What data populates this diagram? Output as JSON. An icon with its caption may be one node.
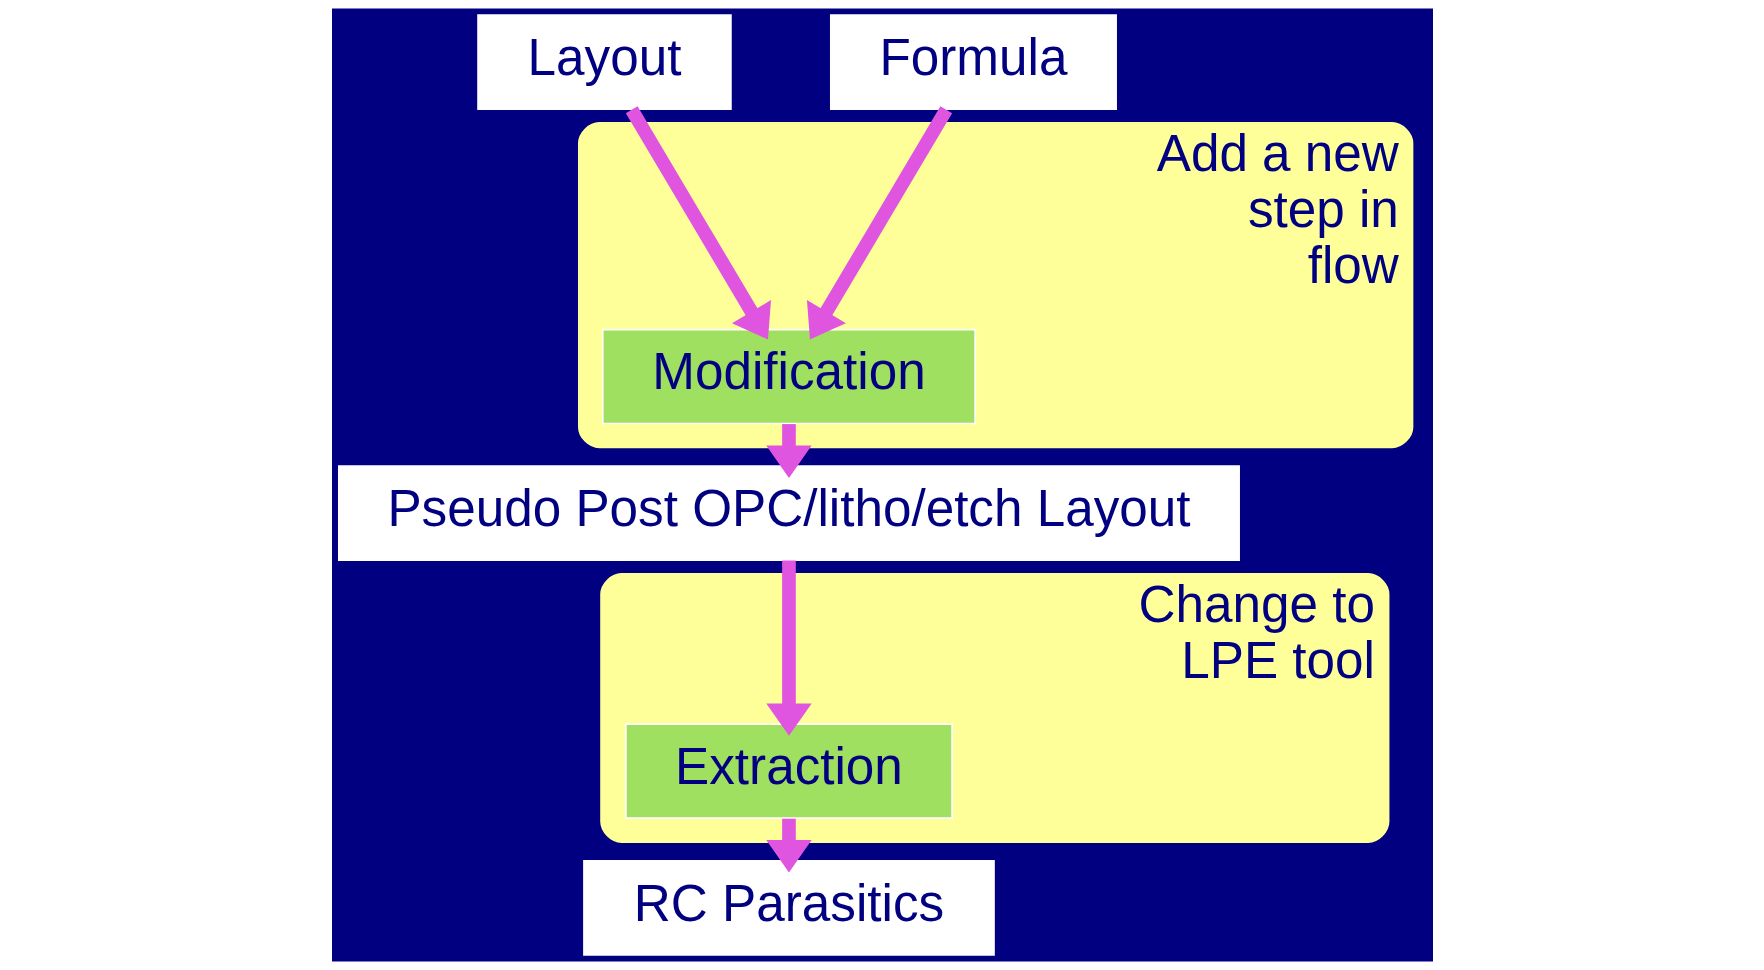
{
  "diagram": {
    "nodes": [
      {
        "text": [
          "Layout"
        ]
      },
      {
        "text": [
          "Formula"
        ]
      },
      {
        "text": [
          "Add a new step in flow"
        ]
      },
      {
        "text": [
          "Modification"
        ],
        "in": 2
      },
      {
        "text": [
          "Pseudo Post OPC/litho/etch Layout"
        ]
      },
      {
        "text": [
          "Change to LPE tool"
        ]
      },
      {
        "text": [
          "Extraction"
        ],
        "in": 5
      },
      {
        "text": [
          "RC Parasitics"
        ]
      }
    ],
    "edges": [
      {
        "from": 0,
        "to": 3,
        "arrow": "to"
      },
      {
        "from": 1,
        "to": 3,
        "arrow": "to"
      },
      {
        "from": 3,
        "to": 4,
        "arrow": "to"
      },
      {
        "from": 4,
        "to": 6,
        "arrow": "to"
      },
      {
        "from": 6,
        "to": 7,
        "arrow": "to"
      }
    ]
  }
}
